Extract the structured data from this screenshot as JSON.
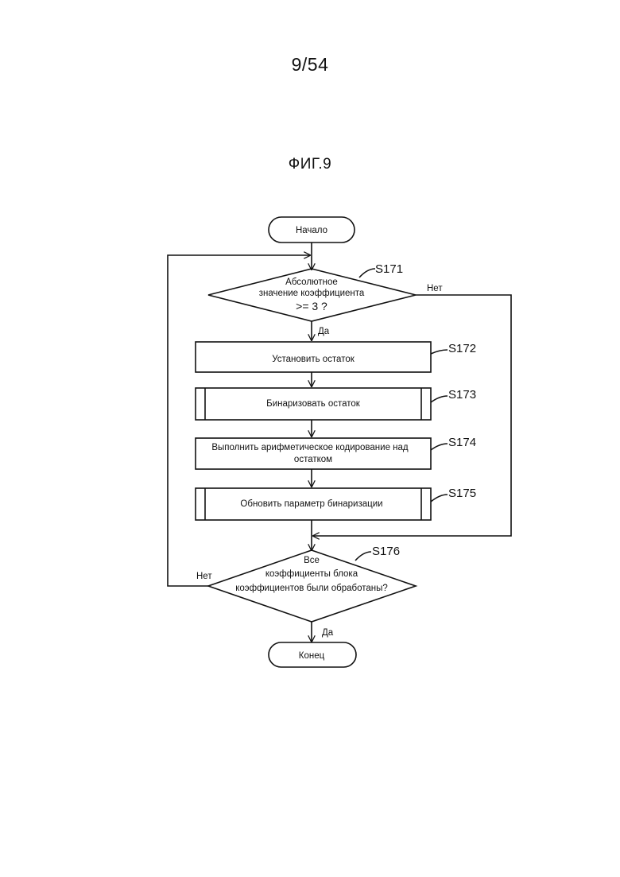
{
  "page": {
    "number": "9/54",
    "figure_title": "ФИГ.9"
  },
  "flowchart": {
    "start": "Начало",
    "end": "Конец",
    "decision_s171": {
      "step_id": "S171",
      "line1": "Абсолютное",
      "line2": "значение коэффициента",
      "line3": ">= 3 ?",
      "yes": "Да",
      "no": "Нет"
    },
    "s172": {
      "step_id": "S172",
      "label": "Установить остаток"
    },
    "s173": {
      "step_id": "S173",
      "label": "Бинаризовать остаток"
    },
    "s174": {
      "step_id": "S174",
      "line1": "Выполнить арифметическое кодирование над",
      "line2": "остатком"
    },
    "s175": {
      "step_id": "S175",
      "label": "Обновить параметр бинаризации"
    },
    "decision_s176": {
      "step_id": "S176",
      "line1": "Все",
      "line2": "коэффициенты блока",
      "line3": "коэффициентов были обработаны?",
      "yes": "Да",
      "no": "Нет"
    }
  }
}
